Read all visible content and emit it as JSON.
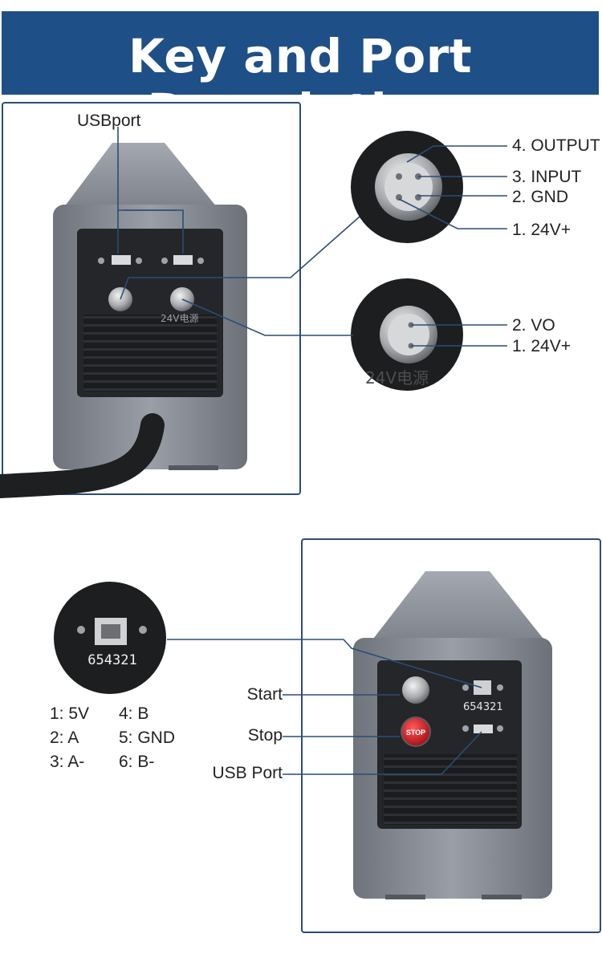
{
  "banner": {
    "title": "Key and Port Description"
  },
  "top_panel": {
    "usb_label": "USBport",
    "device_text": "24V电源"
  },
  "aviation_4pin": {
    "labels": [
      "4. OUTPUT",
      "3. INPUT",
      "2. GND",
      "1. 24V+"
    ]
  },
  "aviation_2pin": {
    "labels": [
      "2. VO",
      "1. 24V+"
    ],
    "background_text": "24V电源"
  },
  "rj_port": {
    "pin_text": "654321",
    "pins": [
      "1: 5V",
      "2: A",
      "3: A-",
      "4: B",
      "5: GND",
      "6: B-"
    ]
  },
  "bottom_panel": {
    "start_label": "Start",
    "stop_label": "Stop",
    "usb_label": "USB Port",
    "stop_button_text": "STOP",
    "port_text": "654321"
  },
  "colors": {
    "banner": "#1e4f87",
    "frame": "#2b4d78",
    "device_body": "#8a8e96",
    "panel": "#232528",
    "stop": "#c8141e"
  }
}
